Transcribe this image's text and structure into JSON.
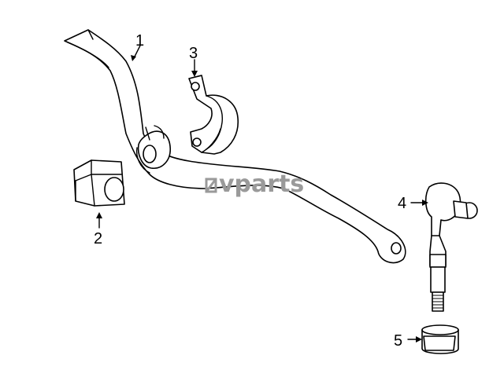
{
  "watermark": "vparts",
  "callouts": [
    {
      "id": "1",
      "label": "1",
      "part": "stabilizer-bar"
    },
    {
      "id": "2",
      "label": "2",
      "part": "bushing"
    },
    {
      "id": "3",
      "label": "3",
      "part": "bracket"
    },
    {
      "id": "4",
      "label": "4",
      "part": "stabilizer-link"
    },
    {
      "id": "5",
      "label": "5",
      "part": "nut"
    }
  ],
  "colors": {
    "line": "#000000",
    "background": "#ffffff",
    "watermark": "#9a9a9a"
  }
}
